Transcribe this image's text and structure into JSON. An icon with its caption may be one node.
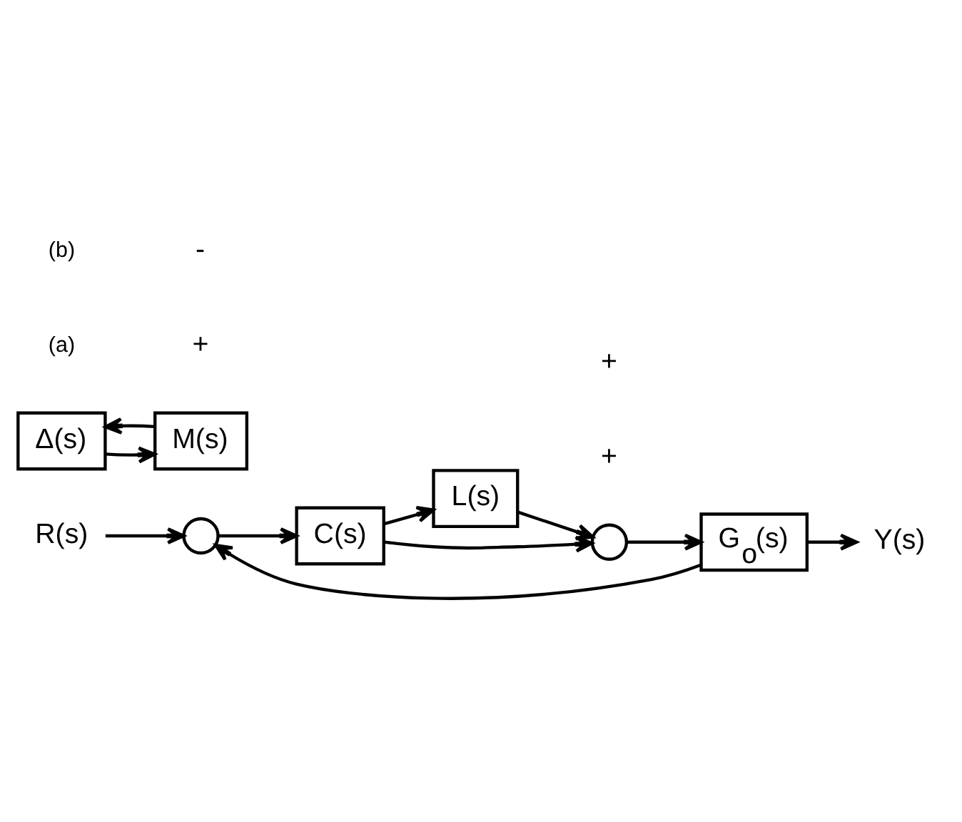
{
  "diagram": {
    "nodes": [
      {
        "text": [
          "R(s)"
        ]
      },
      {
        "text": [],
        "shape": "circle"
      },
      {
        "text": [
          "C(s)"
        ]
      },
      {
        "text": [
          "L(s)"
        ]
      },
      {
        "text": [],
        "shape": "circle"
      },
      {
        "text": [
          "G$_{o}$(s)"
        ]
      },
      {
        "text": [
          "Y(s)"
        ]
      },
      {
        "text": [
          "Δ(s)"
        ]
      },
      {
        "text": [
          "M(s)"
        ]
      }
    ],
    "edges": [
      {
        "from": 0,
        "to": 1,
        "arrow": "to"
      },
      {
        "from": 1,
        "to": 2,
        "arrow": "to"
      },
      {
        "from": 2,
        "to": 3,
        "arrow": "to"
      },
      {
        "from": 2,
        "to": 4,
        "arrow": "to"
      },
      {
        "from": 3,
        "to": 4,
        "arrow": "to"
      },
      {
        "from": 4,
        "to": 5,
        "arrow": "to"
      },
      {
        "from": 5,
        "to": 6,
        "arrow": "to"
      },
      {
        "from": 5,
        "to": 1,
        "arrow": "to"
      },
      {
        "from": 7,
        "to": 8,
        "arrow": "to"
      },
      {
        "from": 8,
        "to": 7,
        "arrow": "to"
      }
    ],
    "labels": [
      "(a)",
      "+",
      "-",
      "+",
      "+",
      "(b)"
    ]
  }
}
